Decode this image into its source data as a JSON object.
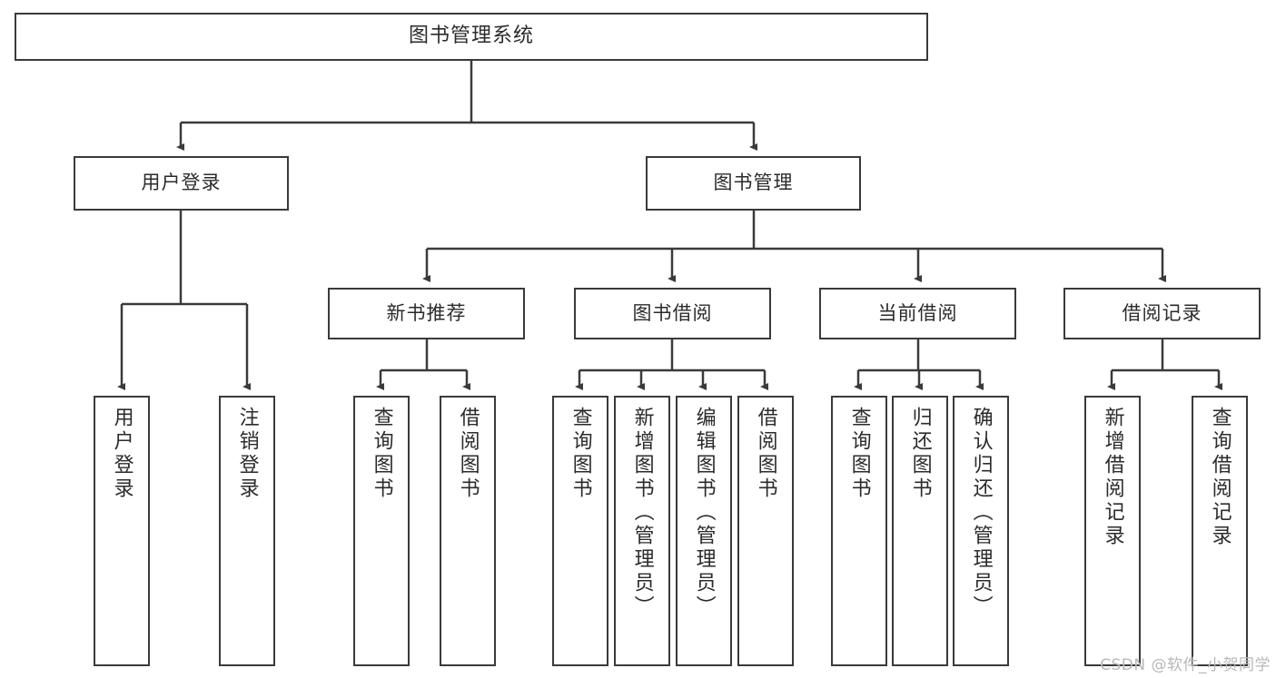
{
  "diagram": {
    "type": "tree",
    "title": "图书管理系统",
    "watermark": "CSDN @软件_小贺同学",
    "colors": {
      "box_border": "#3a3a3a",
      "box_fill": "#ffffff",
      "text": "#2b2b2b",
      "edge": "#3a3a3a",
      "watermark": "#b8b8b8",
      "background": "#ffffff"
    },
    "root": {
      "id": "root",
      "label": "图书管理系统"
    },
    "level2": [
      {
        "id": "user-login",
        "label": "用户登录"
      },
      {
        "id": "book-manage",
        "label": "图书管理"
      }
    ],
    "level3": [
      {
        "id": "new-book-recommend",
        "label": "新书推荐",
        "parent": "book-manage"
      },
      {
        "id": "book-borrow",
        "label": "图书借阅",
        "parent": "book-manage"
      },
      {
        "id": "current-borrow",
        "label": "当前借阅",
        "parent": "book-manage"
      },
      {
        "id": "borrow-record",
        "label": "借阅记录",
        "parent": "book-manage"
      }
    ],
    "leaves": {
      "user_login": [
        {
          "id": "leaf-user-login",
          "label": "用户登录"
        },
        {
          "id": "leaf-user-logout",
          "label": "注销登录"
        }
      ],
      "new_book_recommend": [
        {
          "id": "leaf-query-book-1",
          "label": "查询图书"
        },
        {
          "id": "leaf-borrow-book-1",
          "label": "借阅图书"
        }
      ],
      "book_borrow": [
        {
          "id": "leaf-query-book-2",
          "label": "查询图书"
        },
        {
          "id": "leaf-add-book",
          "label": "新增图书（管理员）"
        },
        {
          "id": "leaf-edit-book",
          "label": "编辑图书（管理员）"
        },
        {
          "id": "leaf-borrow-book-2",
          "label": "借阅图书"
        }
      ],
      "current_borrow": [
        {
          "id": "leaf-query-book-3",
          "label": "查询图书"
        },
        {
          "id": "leaf-return-book",
          "label": "归还图书"
        },
        {
          "id": "leaf-confirm-return",
          "label": "确认归还（管理员）"
        }
      ],
      "borrow_record": [
        {
          "id": "leaf-add-record",
          "label": "新增借阅记录"
        },
        {
          "id": "leaf-query-record",
          "label": "查询借阅记录"
        }
      ]
    }
  }
}
